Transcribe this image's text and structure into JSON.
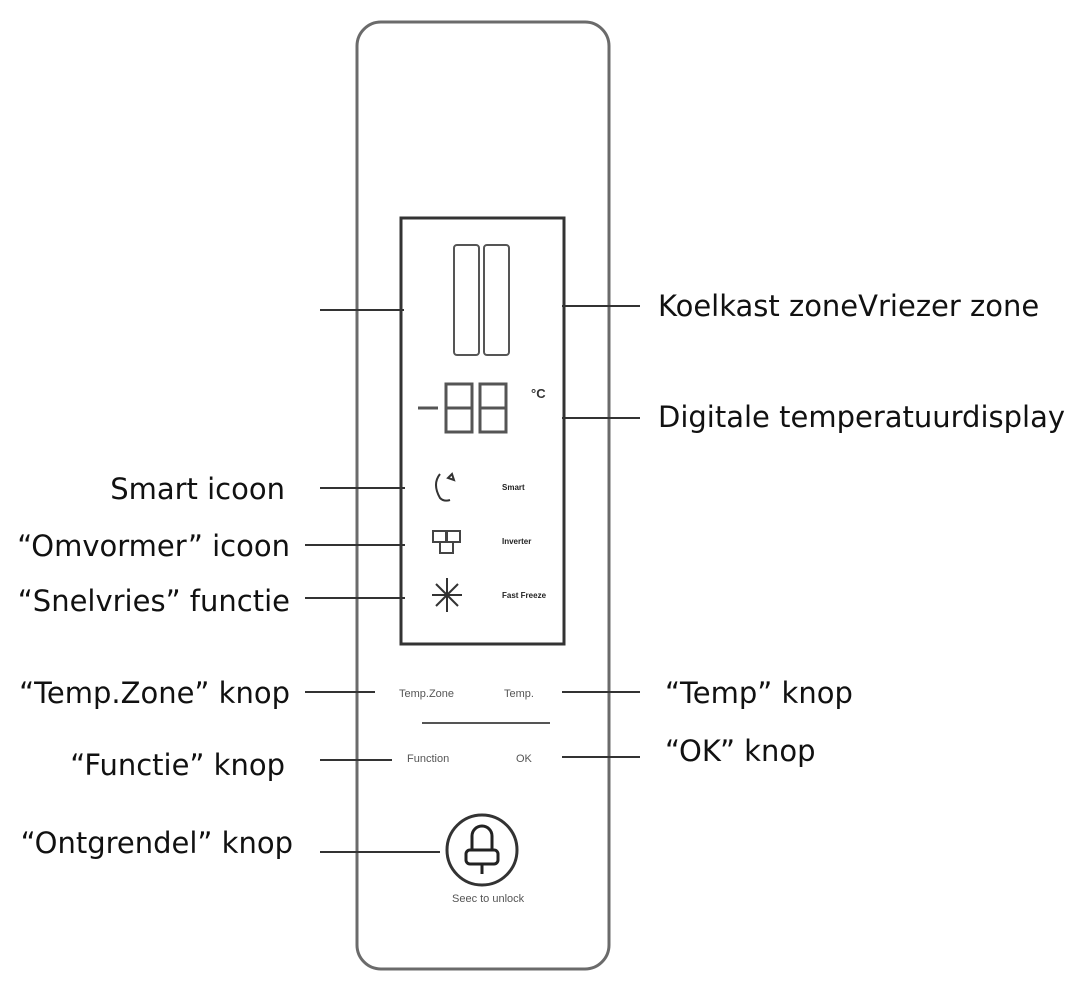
{
  "panel": {
    "buttons": {
      "temp_zone": "Temp.Zone",
      "temp": "Temp.",
      "function": "Function",
      "ok": "OK",
      "unlock_caption": "Seec to unlock"
    },
    "display": {
      "digits": "88",
      "unit": "°C",
      "mode_labels": {
        "smart": "Smart",
        "inverter": "Inverter",
        "fast_freeze": "Fast Freeze"
      }
    }
  },
  "callouts": {
    "koelkast_vriezer": "Koelkast zoneVriezer zone",
    "digital_temp": "Digitale temperatuurdisplay",
    "smart_icon": "Smart icoon",
    "omvormer_icon": "“Omvormer” icoon",
    "snelvries": "“Snelvries” functie",
    "temp_zone_button": "“Temp.Zone” knop",
    "temp_button": "“Temp” knop",
    "function_button": "“Functie” knop",
    "ok_button": "“OK” knop",
    "unlock_button": "“Ontgrendel” knop"
  },
  "colors": {
    "outline": "#555555",
    "text": "#111111"
  }
}
